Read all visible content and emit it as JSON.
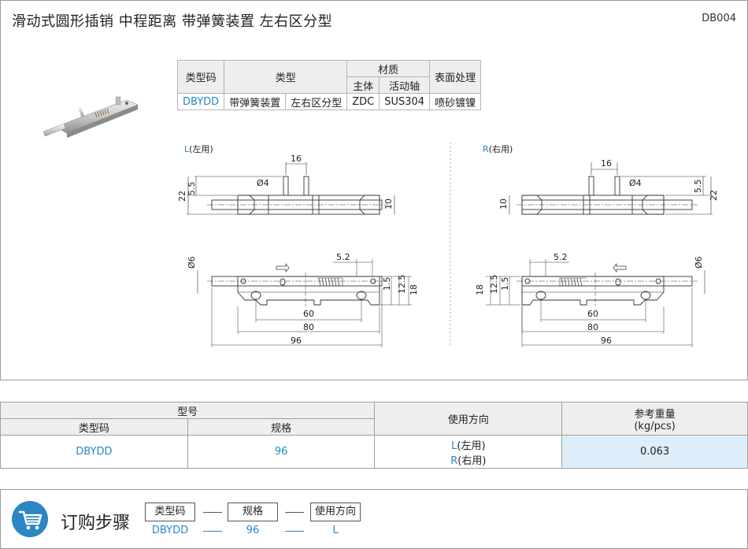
{
  "header": {
    "title": "滑动式圆形插销  中程距离  带弹簧装置  左右区分型",
    "code": "DB004"
  },
  "spec_table": {
    "h_type_code": "类型码",
    "h_type": "类型",
    "h_material": "材质",
    "h_body": "主体",
    "h_shaft": "活动轴",
    "h_surface": "表面处理",
    "type_code": "DBYDD",
    "type1": "带弹簧装置",
    "type2": "左右区分型",
    "body": "ZDC",
    "shaft": "SUS304",
    "surface": "喷砂镀镍"
  },
  "drawing": {
    "left_mark": "L",
    "left_text": "(左用)",
    "right_mark": "R",
    "right_text": "(右用)",
    "dims": {
      "d16": "16",
      "phi4": "Ø4",
      "d5_5": "5.5",
      "d22": "22",
      "d10": "10",
      "phi6": "Ø6",
      "d5_2": "5.2",
      "d1_5": "1.5",
      "d12_5": "12.5",
      "d18": "18",
      "d60": "60",
      "d80": "80",
      "d96": "96"
    }
  },
  "order_table": {
    "h_model": "型号",
    "h_type_code": "类型码",
    "h_spec": "规格",
    "h_direction": "使用方向",
    "h_weight": "参考重量\n(kg/pcs)",
    "h_weight_line1": "参考重量",
    "h_weight_line2": "(kg/pcs)",
    "type_code": "DBYDD",
    "spec": "96",
    "dir_l_mark": "L",
    "dir_l_text": "(左用)",
    "dir_r_mark": "R",
    "dir_r_text": "(右用)",
    "weight": "0.063"
  },
  "order_steps": {
    "title": "订购步骤",
    "icon": "cart-icon",
    "step1_label": "类型码",
    "step2_label": "规格",
    "step3_label": "使用方向",
    "step1_value": "DBYDD",
    "step2_value": "96",
    "step3_value": "L"
  },
  "colors": {
    "accent": "#2a86c5",
    "header_bg": "#eeeeee",
    "weight_bg": "#ddeefa"
  }
}
